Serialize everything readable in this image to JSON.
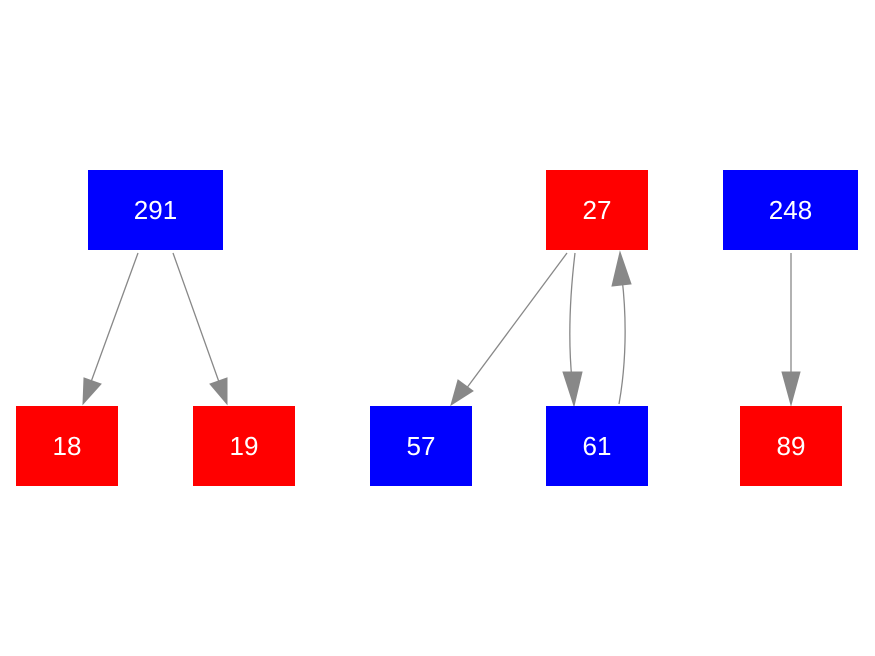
{
  "colors": {
    "red": "#ff0000",
    "blue": "#0000ff",
    "edge": "#888888"
  },
  "nodes": [
    {
      "id": "291",
      "label": "291",
      "color": "blue"
    },
    {
      "id": "27",
      "label": "27",
      "color": "red"
    },
    {
      "id": "248",
      "label": "248",
      "color": "blue"
    },
    {
      "id": "18",
      "label": "18",
      "color": "red"
    },
    {
      "id": "19",
      "label": "19",
      "color": "red"
    },
    {
      "id": "57",
      "label": "57",
      "color": "blue"
    },
    {
      "id": "61",
      "label": "61",
      "color": "blue"
    },
    {
      "id": "89",
      "label": "89",
      "color": "red"
    }
  ],
  "edges": [
    {
      "from": "291",
      "to": "18"
    },
    {
      "from": "291",
      "to": "19"
    },
    {
      "from": "27",
      "to": "57"
    },
    {
      "from": "27",
      "to": "61"
    },
    {
      "from": "61",
      "to": "27"
    },
    {
      "from": "248",
      "to": "89"
    }
  ]
}
